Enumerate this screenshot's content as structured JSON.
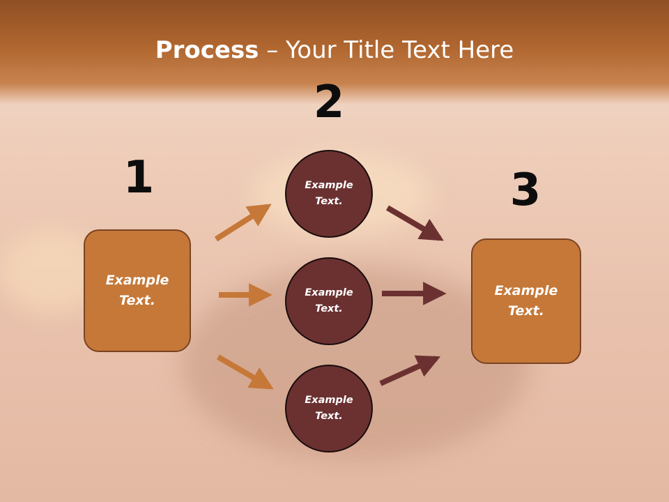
{
  "title": {
    "bold": "Process",
    "rest": " – Your Title Text Here"
  },
  "steps": [
    {
      "number": "1",
      "label": "Example Text."
    },
    {
      "number": "2",
      "items": [
        "Example Text.",
        "Example Text.",
        "Example Text."
      ]
    },
    {
      "number": "3",
      "label": "Example Text."
    }
  ],
  "colors": {
    "box": "#c57838",
    "circle": "#6b3131",
    "arrow_in": "#c57838",
    "arrow_out": "#6b3131",
    "header": "#b0662f"
  }
}
